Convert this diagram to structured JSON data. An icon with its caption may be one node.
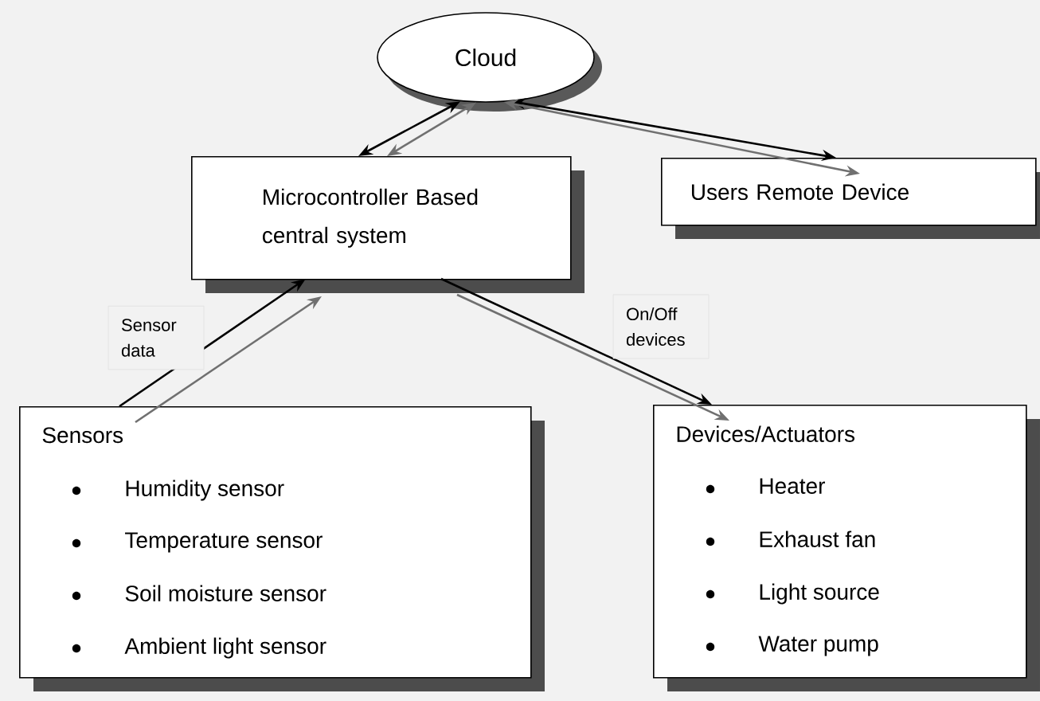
{
  "diagram": {
    "nodes": [
      {
        "text": [
          "Cloud"
        ]
      },
      {
        "text": [
          "Microcontroller Based central system"
        ]
      },
      {
        "text": [
          "Users Remote Device"
        ]
      },
      {
        "text": [
          "Sensors",
          "Humidity sensor",
          "Temperature sensor",
          "Soil moisture sensor",
          "Ambient light sensor"
        ]
      },
      {
        "text": [
          "Devices/Actuators",
          "Heater",
          "Exhaust fan",
          "Light source",
          "Water pump"
        ]
      }
    ],
    "edges": [
      {
        "from": 1,
        "to": 0,
        "arrow": "both"
      },
      {
        "from": 1,
        "to": 0,
        "arrow": "both",
        "color": "#707070"
      },
      {
        "from": 0,
        "to": 2,
        "arrow": "both"
      },
      {
        "from": 0,
        "to": 2,
        "arrow": "both",
        "color": "#707070"
      },
      {
        "from": 3,
        "to": 1,
        "arrow": "to",
        "label": "Sensor data"
      },
      {
        "from": 3,
        "to": 1,
        "arrow": "to",
        "color": "#707070"
      },
      {
        "from": 1,
        "to": 4,
        "arrow": "to",
        "label": "On/Off devices"
      },
      {
        "from": 1,
        "to": 4,
        "arrow": "to",
        "color": "#707070"
      }
    ]
  }
}
